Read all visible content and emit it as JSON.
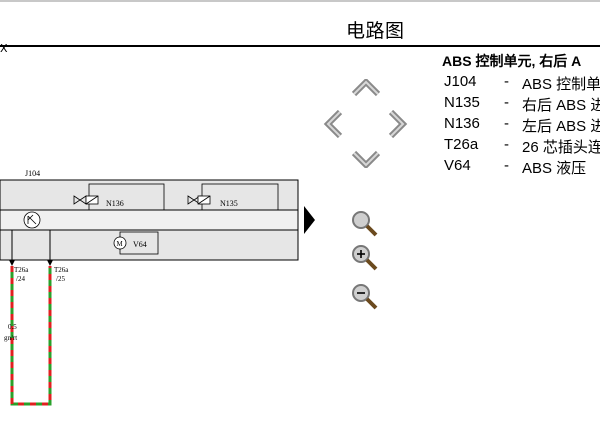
{
  "header": {
    "title": "电路图",
    "close_glyph": "X"
  },
  "diagram": {
    "module_label": "J104",
    "valve1_label": "N136",
    "valve2_label": "N135",
    "pump_label": "V64",
    "pump_symbol": "M",
    "pin1": {
      "connector": "T26a",
      "pin": "/24"
    },
    "pin2": {
      "connector": "T26a",
      "pin": "/25"
    },
    "wire_size": "0.5",
    "wire_color": "gn/rt",
    "wire_colors": {
      "primary": "#2aa02a",
      "secondary": "#e02020"
    }
  },
  "nav": {
    "up": "pan-up",
    "down": "pan-down",
    "left": "pan-left",
    "right": "pan-right",
    "expand": "next-page",
    "zoom_fit": "zoom-fit",
    "zoom_in": "zoom-in",
    "zoom_out": "zoom-out"
  },
  "legend": {
    "title": "ABS 控制单元, 右后 A",
    "items": [
      {
        "code": "J104",
        "dash": "-",
        "desc": "ABS 控制单"
      },
      {
        "code": "N135",
        "dash": "-",
        "desc": "右后 ABS 进"
      },
      {
        "code": "N136",
        "dash": "-",
        "desc": "左后 ABS 进"
      },
      {
        "code": "T26a",
        "dash": "-",
        "desc": "26 芯插头连"
      },
      {
        "code": "V64",
        "dash": "-",
        "desc": "ABS   液压"
      }
    ]
  }
}
